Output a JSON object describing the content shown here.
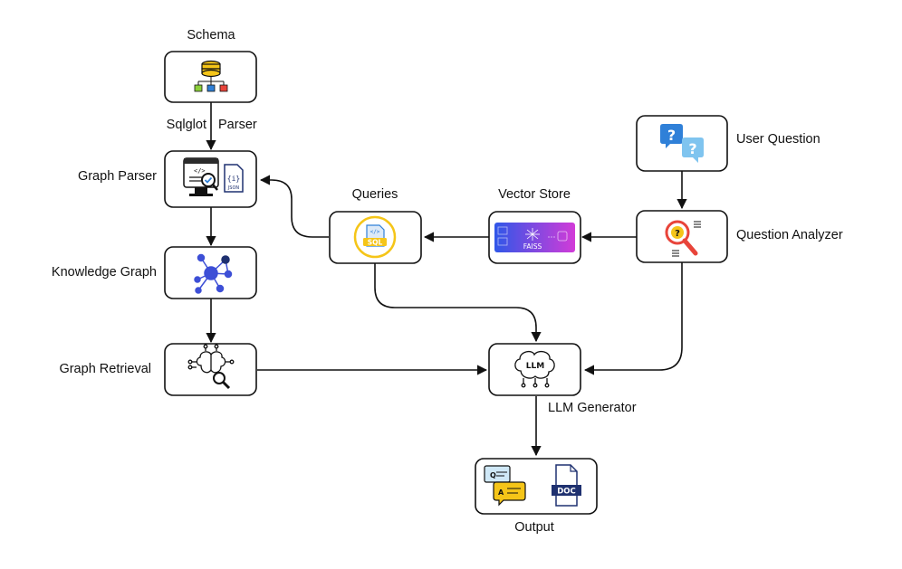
{
  "nodes": {
    "schema": {
      "label": "Schema",
      "icon": "database-schema-icon"
    },
    "graph_parser": {
      "label": "Graph Parser",
      "icon": "code-json-icon",
      "badge": "JSON"
    },
    "knowledge_graph": {
      "label": "Knowledge Graph",
      "icon": "network-graph-icon"
    },
    "graph_retrieval": {
      "label": "Graph Retrieval",
      "icon": "brain-search-icon"
    },
    "queries": {
      "label": "Queries",
      "icon": "sql-file-icon",
      "badge": "SQL"
    },
    "vector_store": {
      "label": "Vector Store",
      "icon": "faiss-icon",
      "badge": "FAISS"
    },
    "user_question": {
      "label": "User Question",
      "icon": "question-bubbles-icon"
    },
    "question_analyzer": {
      "label": "Question Analyzer",
      "icon": "magnify-question-icon"
    },
    "llm_generator": {
      "label": "LLM Generator",
      "icon": "llm-brain-icon",
      "badge": "LLM"
    },
    "output": {
      "label": "Output",
      "icon": "qa-doc-icon",
      "badge": "DOC"
    }
  },
  "edges": {
    "schema_to_parser": {
      "label_left": "Sqlglot",
      "label_right": "Parser"
    }
  },
  "colors": {
    "stroke": "#111111",
    "accent_blue": "#2f80d8",
    "accent_red": "#e8443a",
    "accent_yellow": "#f5c518",
    "faiss_gradient_start": "#2f57e8",
    "faiss_gradient_end": "#d23bd8",
    "node_purple": "#3d4fd6",
    "doc_navy": "#1f3170"
  }
}
